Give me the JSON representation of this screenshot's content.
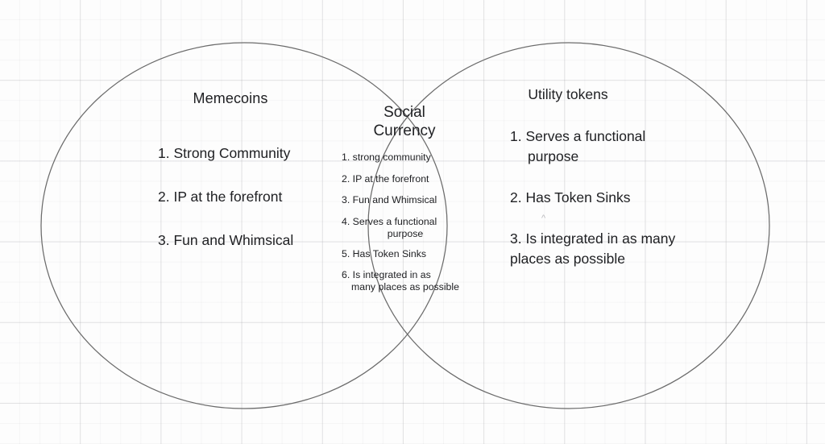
{
  "diagram": {
    "type": "venn",
    "background_color": "#fdfdfd",
    "grid_color": "#96969b",
    "stroke_color": "#6b6b6b",
    "text_color": "#202124",
    "left": {
      "title": "Memecoins",
      "items": [
        "1. Strong Community",
        "2. IP at the forefront",
        "3. Fun and Whimsical"
      ]
    },
    "center": {
      "title_line1": "Social",
      "title_line2": "Currency",
      "items": [
        {
          "lead": "1. strong community",
          "cont": ""
        },
        {
          "lead": "2. IP at the forefront",
          "cont": ""
        },
        {
          "lead": "3. Fun and Whimsical",
          "cont": ""
        },
        {
          "lead": "4. Serves a functional",
          "cont": "purpose"
        },
        {
          "lead": "5. Has Token Sinks",
          "cont": ""
        },
        {
          "lead": "6. Is integrated in as",
          "cont": "many places as possible"
        }
      ]
    },
    "right": {
      "title": "Utility tokens",
      "items": [
        "1. Serves a functional purpose",
        "2. Has Token Sinks",
        "3. Is integrated in as many places as possible"
      ]
    },
    "artifact": {
      "caret": "^"
    }
  }
}
